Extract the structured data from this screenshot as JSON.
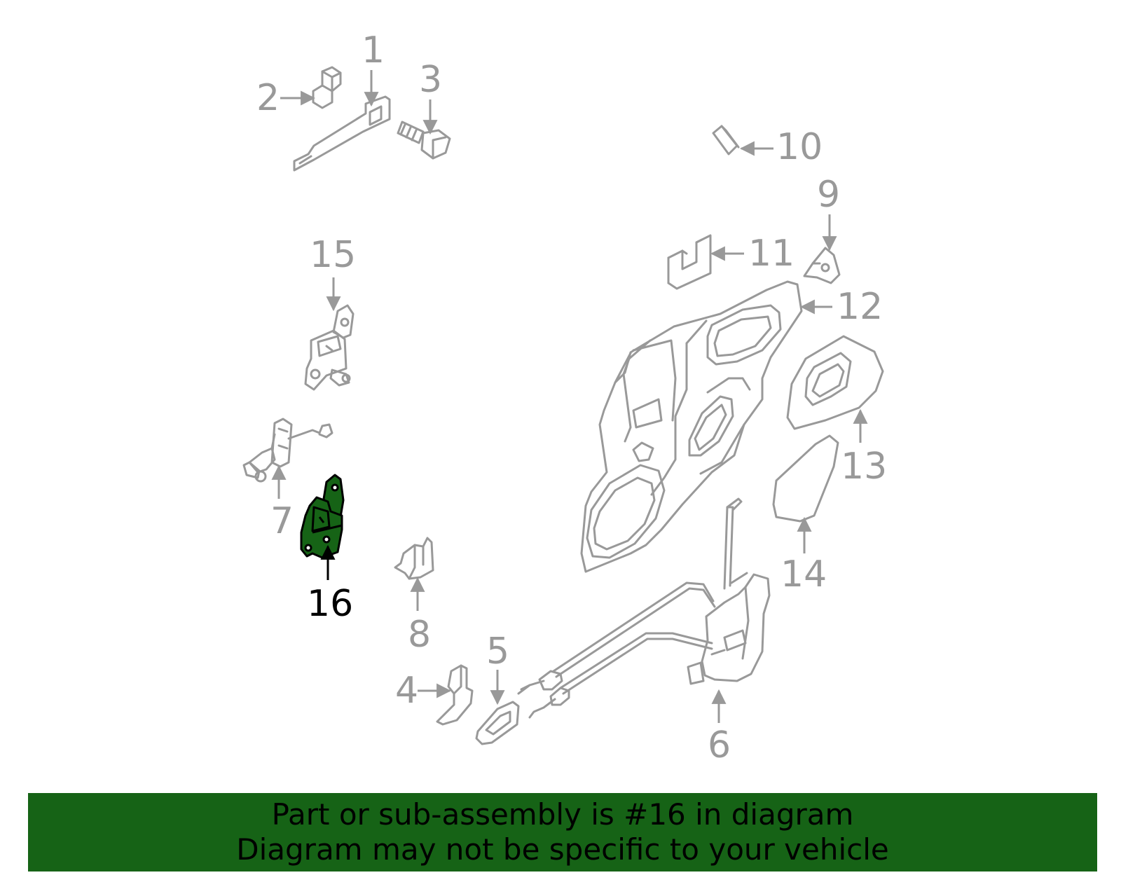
{
  "colors": {
    "line": "#999999",
    "highlight_fill": "#166316",
    "highlight_text": "#000000",
    "banner_bg": "#166316",
    "banner_text": "#000000"
  },
  "highlighted_part": "16",
  "callouts": [
    {
      "id": "1",
      "label": "1"
    },
    {
      "id": "2",
      "label": "2"
    },
    {
      "id": "3",
      "label": "3"
    },
    {
      "id": "4",
      "label": "4"
    },
    {
      "id": "5",
      "label": "5"
    },
    {
      "id": "6",
      "label": "6"
    },
    {
      "id": "7",
      "label": "7"
    },
    {
      "id": "8",
      "label": "8"
    },
    {
      "id": "9",
      "label": "9"
    },
    {
      "id": "10",
      "label": "10"
    },
    {
      "id": "11",
      "label": "11"
    },
    {
      "id": "12",
      "label": "12"
    },
    {
      "id": "13",
      "label": "13"
    },
    {
      "id": "14",
      "label": "14"
    },
    {
      "id": "15",
      "label": "15"
    },
    {
      "id": "16",
      "label": "16"
    }
  ],
  "banner": {
    "line1": "Part or sub-assembly is #16 in diagram",
    "line2": "Diagram may not be specific to your vehicle"
  }
}
